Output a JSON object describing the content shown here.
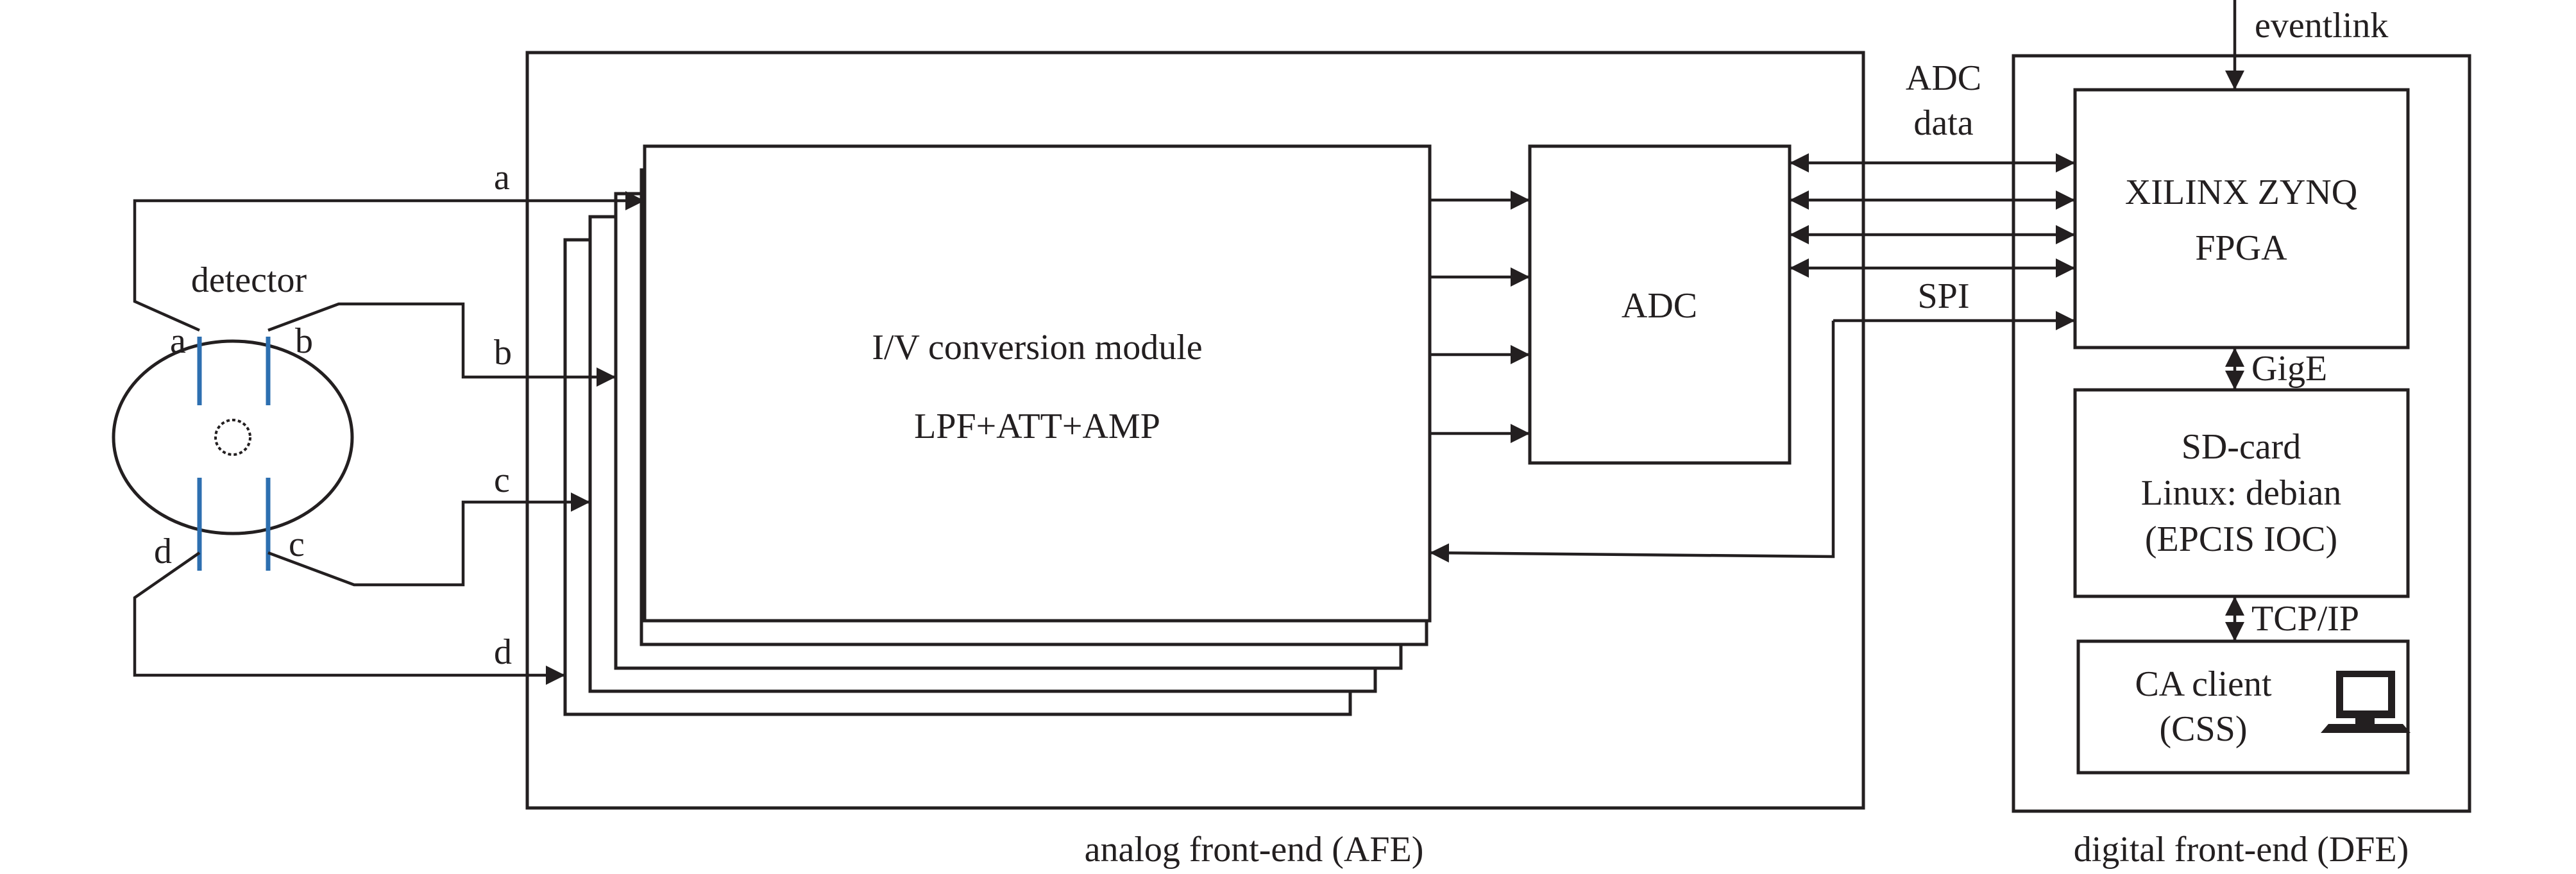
{
  "detector": {
    "title": "detector",
    "electrodes": {
      "a": "a",
      "b": "b",
      "c": "c",
      "d": "d"
    }
  },
  "signals": {
    "a": "a",
    "b": "b",
    "c": "c",
    "d": "d"
  },
  "afe": {
    "caption": "analog front-end (AFE)",
    "module_line1": "I/V conversion module",
    "module_line2": "LPF+ATT+AMP",
    "adc": "ADC"
  },
  "links": {
    "adc_data_line1": "ADC",
    "adc_data_line2": "data",
    "spi": "SPI",
    "eventlink": "eventlink",
    "gige": "GigE",
    "tcpip": "TCP/IP"
  },
  "dfe": {
    "caption": "digital front-end (DFE)",
    "fpga_line1": "XILINX ZYNQ",
    "fpga_line2": "FPGA",
    "sd_line1": "SD-card",
    "sd_line2": "Linux: debian",
    "sd_line3": "(EPCIS IOC)",
    "ca_line1": "CA client",
    "ca_line2": "(CSS)",
    "computer_icon": "computer-icon"
  }
}
